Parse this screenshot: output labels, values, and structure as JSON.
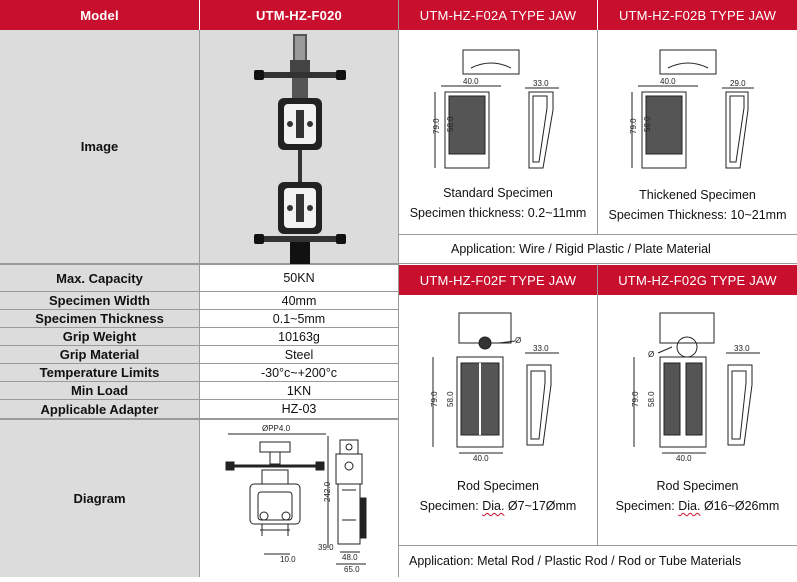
{
  "header": {
    "model_label": "Model",
    "model_value": "UTM-HZ-F020",
    "jaw_a": "UTM-HZ-F02A TYPE JAW",
    "jaw_b": "UTM-HZ-F02B TYPE JAW",
    "jaw_f": "UTM-HZ-F02F TYPE JAW",
    "jaw_g": "UTM-HZ-F02G TYPE JAW"
  },
  "rows": {
    "image_label": "Image",
    "diagram_label": "Diagram",
    "specs": [
      {
        "label": "Max. Capacity",
        "value": "50KN"
      },
      {
        "label": "Specimen Width",
        "value": "40mm"
      },
      {
        "label": "Specimen Thickness",
        "value": "0.1~5mm"
      },
      {
        "label": "Grip Weight",
        "value": "10163g"
      },
      {
        "label": "Grip Material",
        "value": "Steel"
      },
      {
        "label": "Temperature Limits",
        "value": "-30°c~+200°c"
      },
      {
        "label": "Min Load",
        "value": "1KN"
      },
      {
        "label": "Applicable Adapter",
        "value": "HZ-03"
      }
    ]
  },
  "jaws": {
    "a": {
      "title": "Standard Specimen",
      "thickness": "Specimen thickness: 0.2~11mm",
      "dim_w": "40.0",
      "dim_side": "33.0",
      "dim_h1": "79.0",
      "dim_h2": "58.0"
    },
    "b": {
      "title": "Thickened Specimen",
      "thickness": "Specimen Thickness: 10~21mm",
      "dim_w": "40.0",
      "dim_side": "29.0",
      "dim_h1": "79.0",
      "dim_h2": "58.0"
    },
    "f": {
      "title": "Rod Specimen",
      "dia_prefix": "Specimen:",
      "dia_word": "Dia.",
      "dia_range": "Ø7~17Ømm",
      "dim_w": "40.0",
      "dim_side": "33.0",
      "dim_h1": "79.0",
      "dim_h2": "58.0",
      "dim_phi": "Ø"
    },
    "g": {
      "title": "Rod Specimen",
      "dia_prefix": "Specimen:",
      "dia_word": "Dia.",
      "dia_range": "Ø16~Ø26mm",
      "dim_w": "40.0",
      "dim_side": "33.0",
      "dim_h1": "79.0",
      "dim_h2": "58.0",
      "dim_phi": "Ø"
    }
  },
  "applications": {
    "top": "Application: Wire / Rigid Plastic / Plate Material",
    "bottom": "Application: Metal Rod / Plastic Rod / Rod or Tube Materials"
  },
  "diagram": {
    "top_dim": "ØPP4.0",
    "height": "242.0",
    "bottom_a": "10.0",
    "bottom_b": "39.0",
    "bottom_c": "48.0",
    "bottom_d": "65.0"
  },
  "colors": {
    "header_red": "#c8102e",
    "label_gray": "#dcdcdc",
    "image_bg": "#dcdcdc"
  }
}
